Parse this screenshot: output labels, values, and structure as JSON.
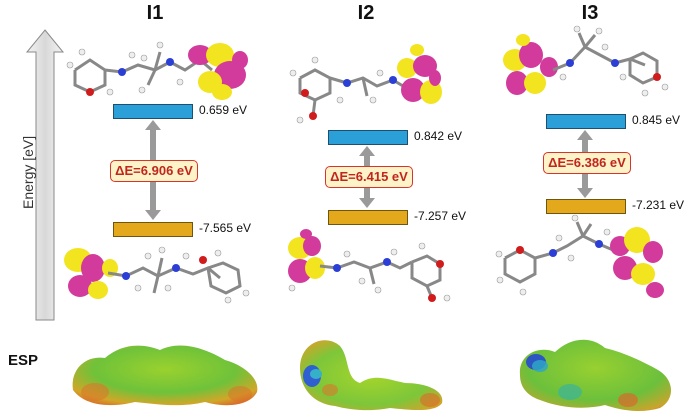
{
  "axis": {
    "label": "Energy [eV]"
  },
  "esp_label": "ESP",
  "panels": [
    {
      "title": "I1",
      "lumo": "0.659 eV",
      "homo": "-7.565 eV",
      "gap": "ΔE=6.906 eV"
    },
    {
      "title": "I2",
      "lumo": "0.842 eV",
      "homo": "-7.257 eV",
      "gap": "ΔE=6.415 eV"
    },
    {
      "title": "I3",
      "lumo": "0.845 eV",
      "homo": "-7.231 eV",
      "gap": "ΔE=6.386 eV"
    }
  ],
  "colors": {
    "lumo_bar": "#2a9fd8",
    "homo_bar": "#e3a81c",
    "orbital_positive": "#d23a9c",
    "orbital_negative": "#f2e41e",
    "gap_border": "#d9342b",
    "gap_fill": "#fdf3c8"
  }
}
